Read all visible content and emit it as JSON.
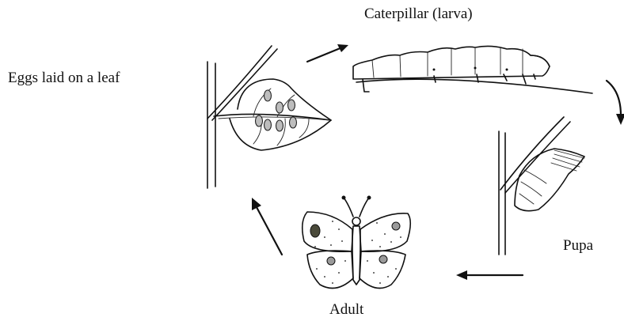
{
  "diagram": {
    "stages": {
      "eggs": "Eggs laid on a leaf",
      "caterpillar": "Caterpillar (larva)",
      "pupa": "Pupa",
      "adult": "Adult"
    },
    "colors": {
      "ink": "#111111",
      "egg_fill": "#bdbdbd",
      "adult_spot_dark": "#4a4a3a",
      "adult_spot_grey": "#9a9a9a"
    }
  }
}
